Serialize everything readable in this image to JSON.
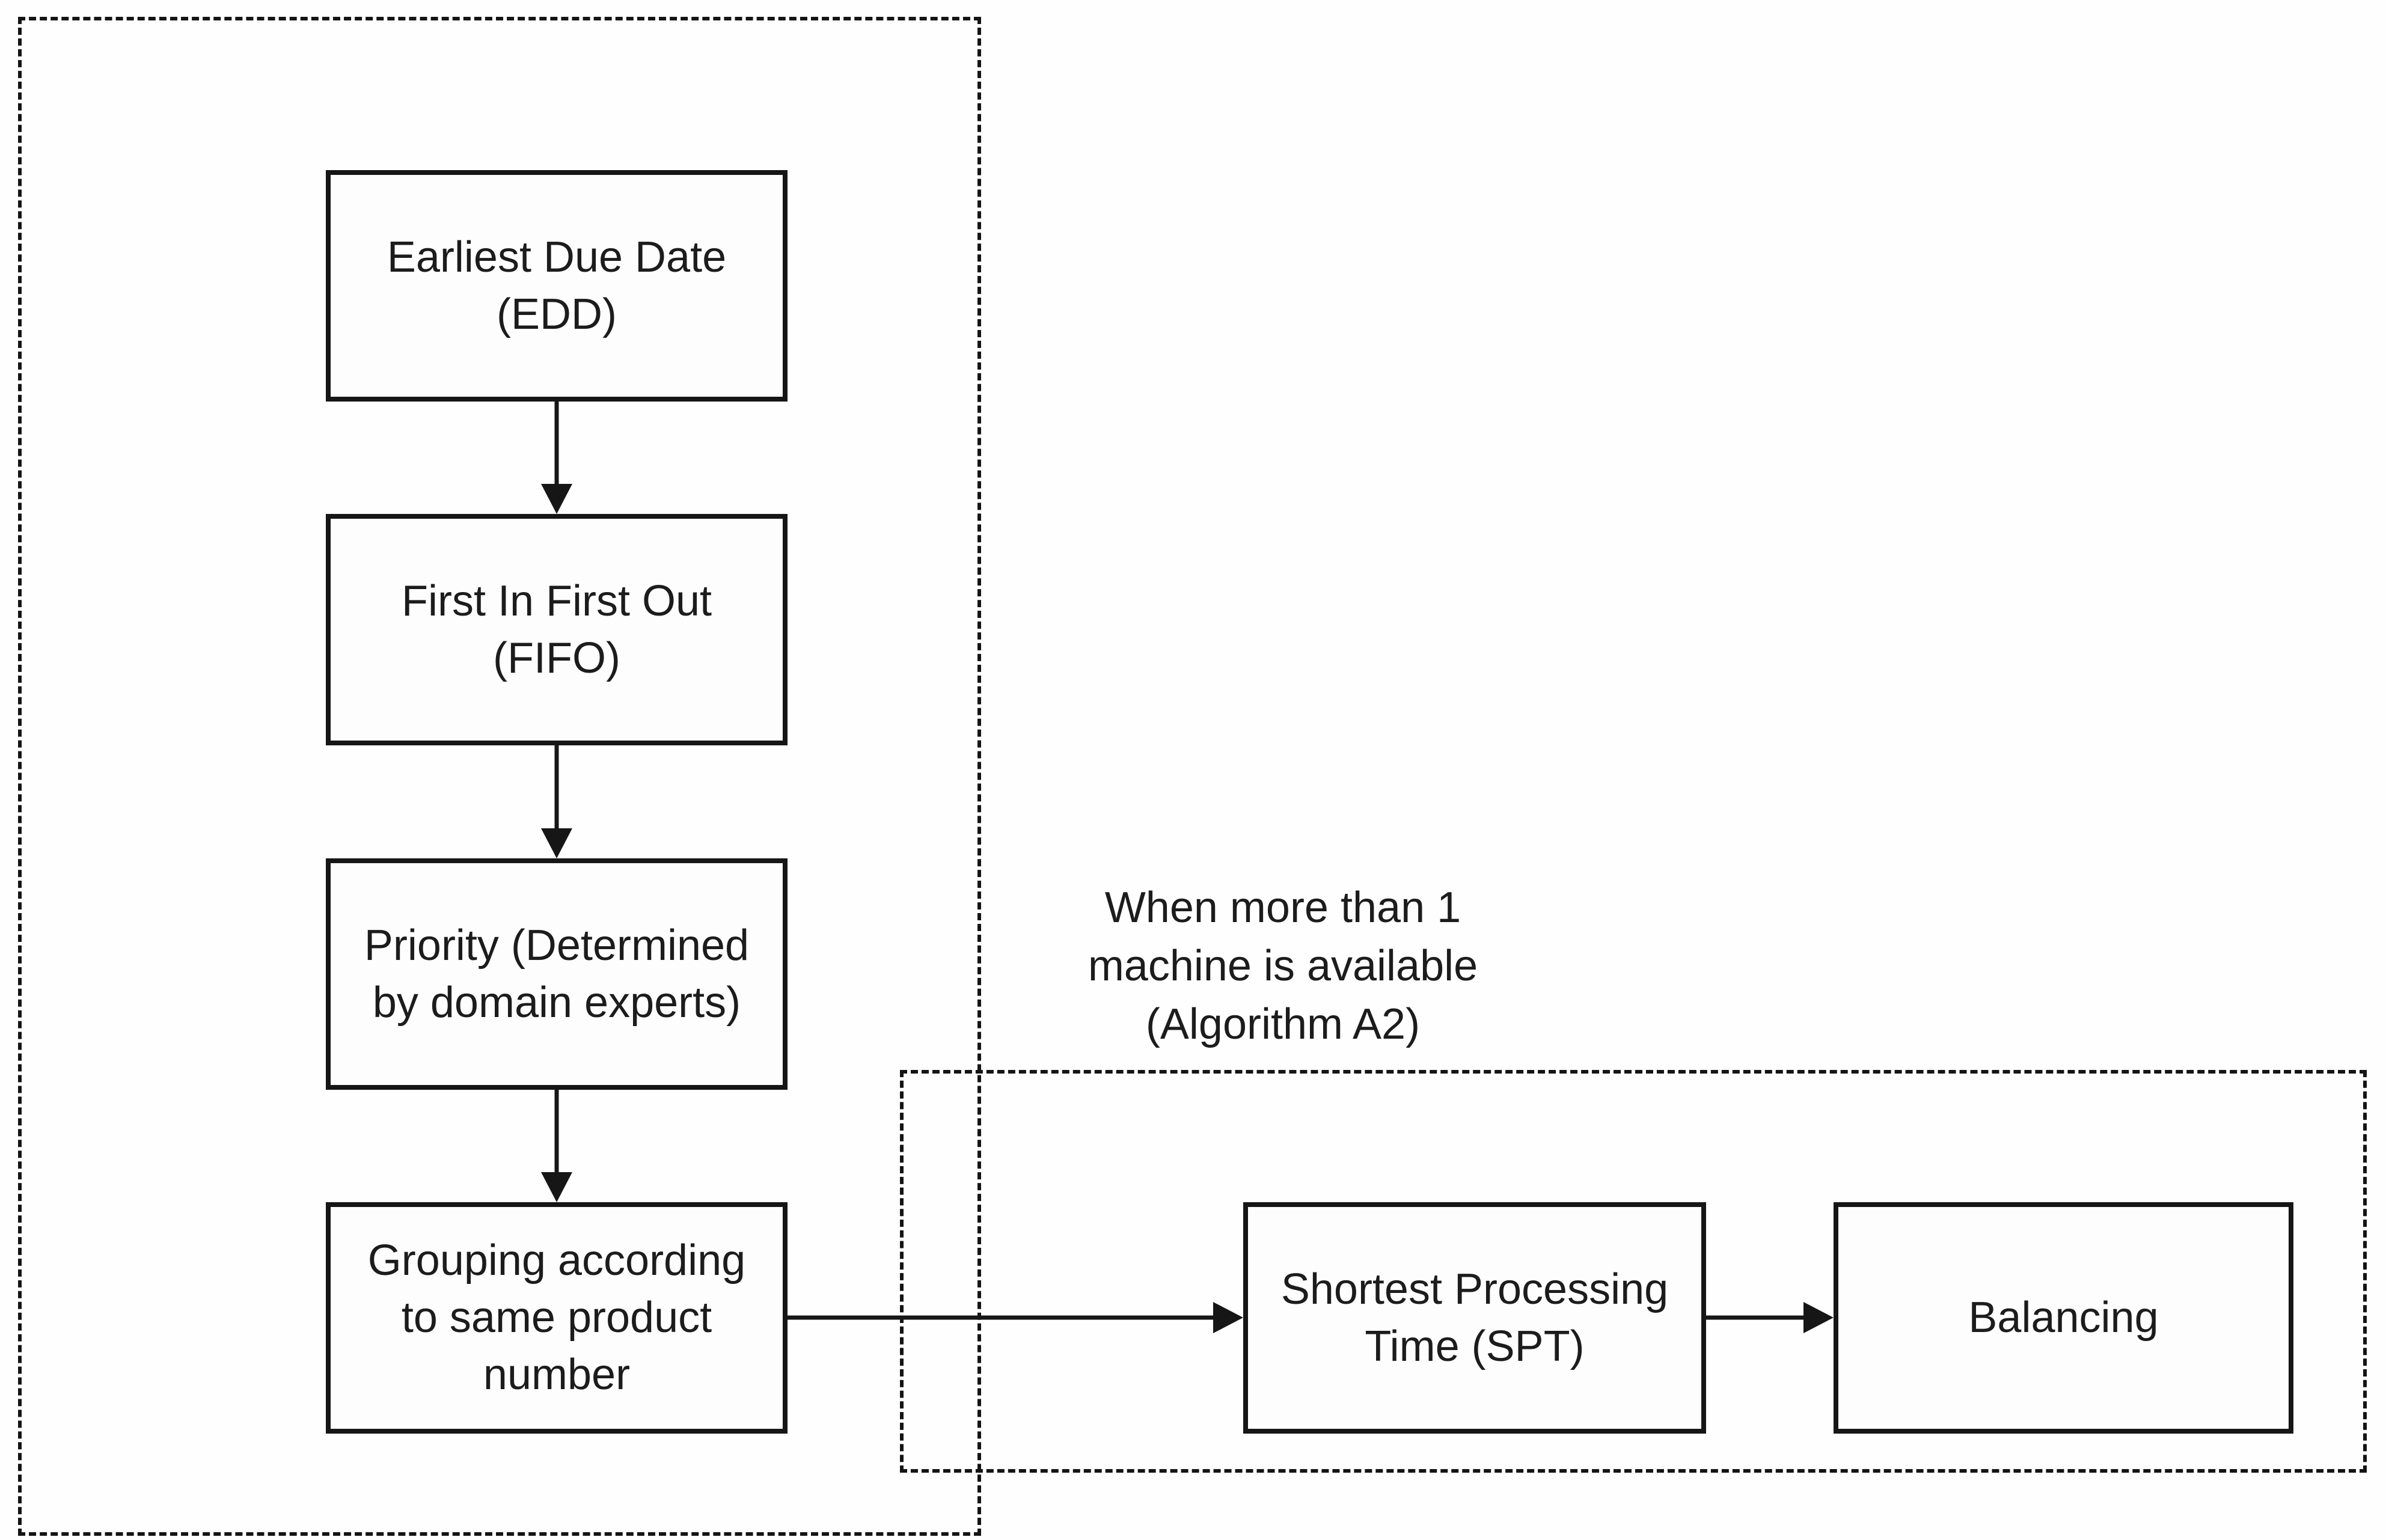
{
  "diagram": {
    "type": "flowchart",
    "background_color": "#fefefe",
    "stroke_color": "#161616",
    "text_color": "#1c1c1c",
    "nodes": [
      {
        "id": "edd",
        "lines": [
          "Earliest Due Date",
          "(EDD)"
        ]
      },
      {
        "id": "fifo",
        "lines": [
          "First In First Out",
          "(FIFO)"
        ]
      },
      {
        "id": "priority",
        "lines": [
          "Priority (Determined",
          "by domain experts)"
        ]
      },
      {
        "id": "grouping",
        "lines": [
          "Grouping according",
          "to same product",
          "number"
        ]
      },
      {
        "id": "spt",
        "lines": [
          "Shortest Processing",
          "Time (SPT)"
        ]
      },
      {
        "id": "balancing",
        "lines": [
          "Balancing"
        ]
      }
    ],
    "annotation": {
      "lines": [
        "When more than 1",
        "machine is available",
        "(Algorithm A2)"
      ]
    },
    "edges": [
      {
        "from": "edd",
        "to": "fifo"
      },
      {
        "from": "fifo",
        "to": "priority"
      },
      {
        "from": "priority",
        "to": "grouping"
      },
      {
        "from": "grouping",
        "to": "spt"
      },
      {
        "from": "spt",
        "to": "balancing"
      }
    ]
  }
}
